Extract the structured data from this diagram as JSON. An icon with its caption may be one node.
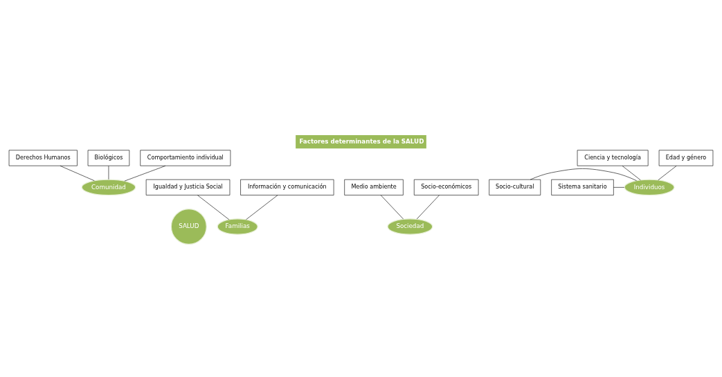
{
  "diagram": {
    "title": "Factores determinantes de la SALUD",
    "nodes": [
      {
        "text": [
          "SALUD"
        ]
      },
      {
        "text": [
          "Comunidad"
        ]
      },
      {
        "text": [
          "Familias"
        ]
      },
      {
        "text": [
          "Sociedad"
        ]
      },
      {
        "text": [
          "Individuos"
        ]
      },
      {
        "text": [
          "Derechos Humanos"
        ]
      },
      {
        "text": [
          "Biológicos"
        ]
      },
      {
        "text": [
          "Comportamiento individual"
        ]
      },
      {
        "text": [
          "Igualdad y Justicia Social"
        ]
      },
      {
        "text": [
          "Medio ambiente"
        ]
      },
      {
        "text": [
          "Socio-económicos"
        ]
      },
      {
        "text": [
          "Información y comunicación"
        ]
      },
      {
        "text": [
          "Socio-cultural"
        ]
      },
      {
        "text": [
          "Sistema sanitario"
        ]
      },
      {
        "text": [
          "Ciencia y tecnología"
        ]
      },
      {
        "text": [
          "Edad y género"
        ]
      }
    ],
    "edges": [
      {
        "from": 5,
        "to": 1,
        "arrow": "none"
      },
      {
        "from": 6,
        "to": 1,
        "arrow": "none"
      },
      {
        "from": 7,
        "to": 1,
        "arrow": "none"
      },
      {
        "from": 8,
        "to": 2,
        "arrow": "none"
      },
      {
        "from": 9,
        "to": 3,
        "arrow": "none"
      },
      {
        "from": 10,
        "to": 3,
        "arrow": "none"
      },
      {
        "from": 11,
        "to": 2,
        "arrow": "none"
      },
      {
        "from": 12,
        "to": 4,
        "arrow": "none"
      },
      {
        "from": 13,
        "to": 4,
        "arrow": "none"
      },
      {
        "from": 14,
        "to": 4,
        "arrow": "none"
      },
      {
        "from": 15,
        "to": 4,
        "arrow": "none"
      }
    ]
  }
}
